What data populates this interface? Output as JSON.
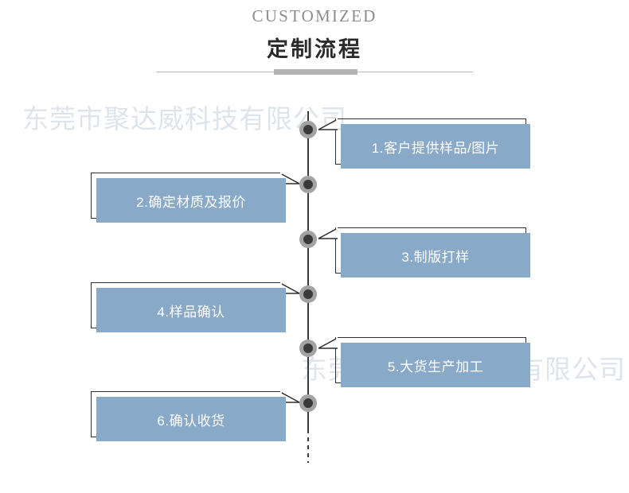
{
  "header": {
    "english_title": "CUSTOMIZED",
    "chinese_title": "定制流程"
  },
  "colors": {
    "box_fill": "#88a9c7",
    "box_outline": "#2f2f2f",
    "timeline": "#3a3a3a",
    "dot_ring": "#a3a3a3",
    "dot_center": "#3a3a3a",
    "divider": "#b3b3b3",
    "watermark": "#dde4ec",
    "label_text": "#ffffff",
    "background": "#ffffff"
  },
  "watermarks": [
    {
      "text": "东莞市聚达威科技有限公司"
    },
    {
      "text": "东莞市聚达威科技有限公司"
    }
  ],
  "flow": {
    "steps": [
      {
        "number": "1",
        "label": "1.客户提供样品/图片",
        "side": "right"
      },
      {
        "number": "2",
        "label": "2.确定材质及报价",
        "side": "left"
      },
      {
        "number": "3",
        "label": "3.制版打样",
        "side": "right"
      },
      {
        "number": "4",
        "label": "4.样品确认",
        "side": "left"
      },
      {
        "number": "5",
        "label": "5.大货生产加工",
        "side": "right"
      },
      {
        "number": "6",
        "label": "6.确认收货",
        "side": "left"
      }
    ]
  }
}
